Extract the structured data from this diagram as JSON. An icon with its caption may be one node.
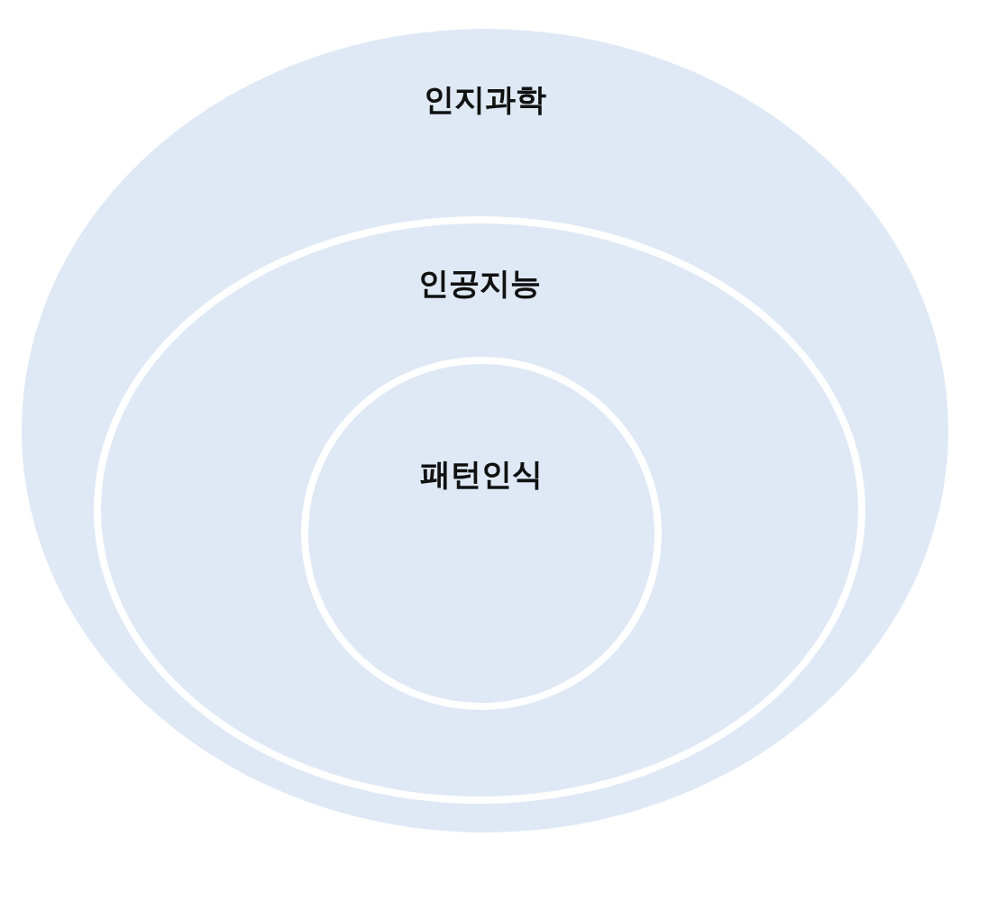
{
  "diagram": {
    "nodes": [
      {
        "text": [
          "인지과학"
        ]
      },
      {
        "text": [
          "인공지능"
        ],
        "in": 0
      },
      {
        "text": [
          "패턴인식"
        ],
        "in": 1
      }
    ]
  }
}
